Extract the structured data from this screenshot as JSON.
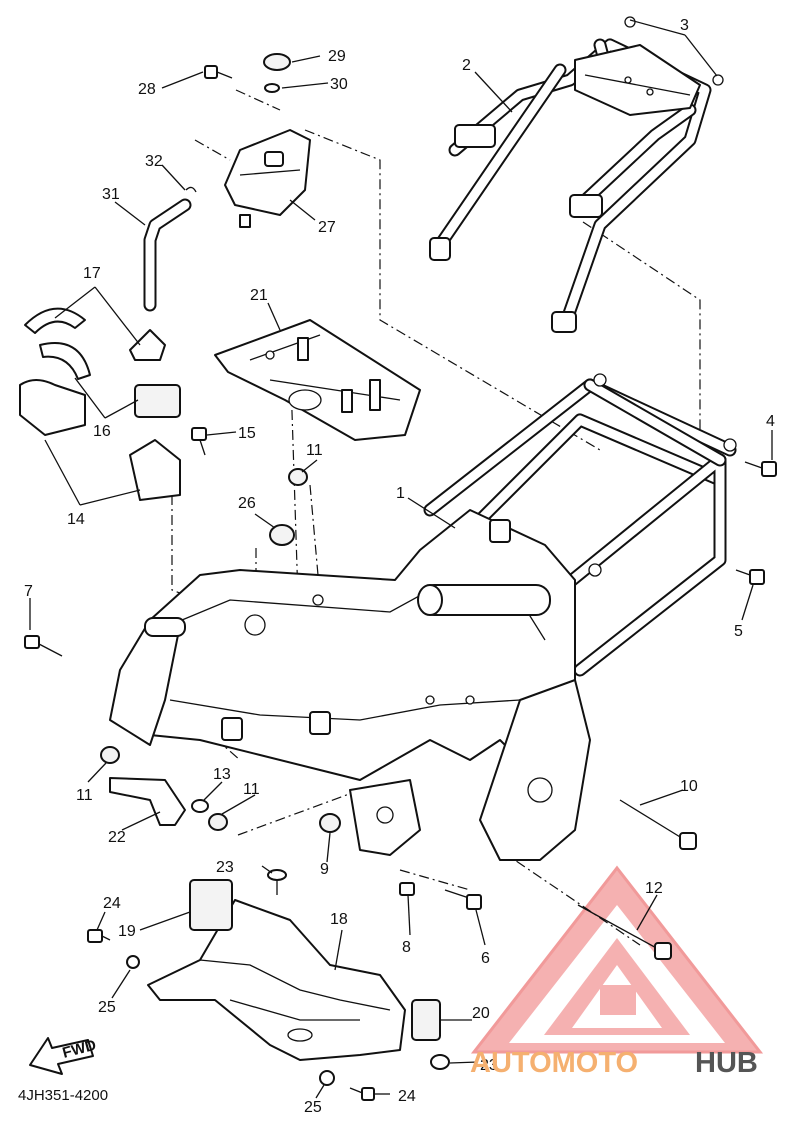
{
  "diagram": {
    "code": "4JH351-4200",
    "fwd_label": "FWD",
    "callouts": [
      "1",
      "2",
      "3",
      "4",
      "5",
      "6",
      "7",
      "8",
      "9",
      "10",
      "11",
      "11",
      "11",
      "12",
      "13",
      "14",
      "15",
      "16",
      "17",
      "18",
      "19",
      "20",
      "21",
      "22",
      "23",
      "23",
      "24",
      "24",
      "25",
      "25",
      "26",
      "27",
      "28",
      "29",
      "30",
      "31",
      "32"
    ]
  },
  "watermark": {
    "part1": "AUTOMOTO",
    "part2": "HUB",
    "color_primary": "#f5a3a3",
    "color_accent": "#f7c98f",
    "color_dark": "#555555"
  }
}
